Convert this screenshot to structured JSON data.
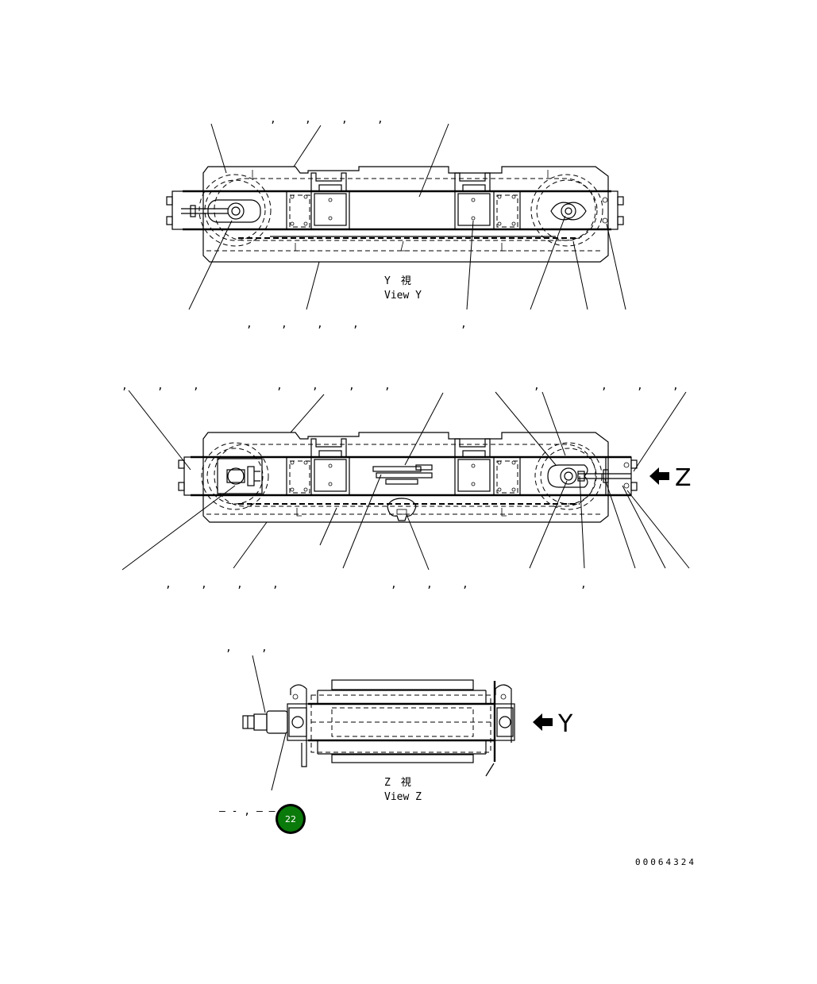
{
  "views": {
    "view_y": {
      "label_jp": "Y　視",
      "label_en": "View Y"
    },
    "view_z": {
      "label_jp": "Z　視",
      "label_en": "View Z"
    }
  },
  "arrows": {
    "to_z": "Z",
    "to_y": "Y"
  },
  "callout_marks": {
    "comma": ","
  },
  "part_reference": {
    "dash_text": "– - , – –",
    "number": "22",
    "color": "#0a7a0a"
  },
  "drawing_code": "00064324"
}
